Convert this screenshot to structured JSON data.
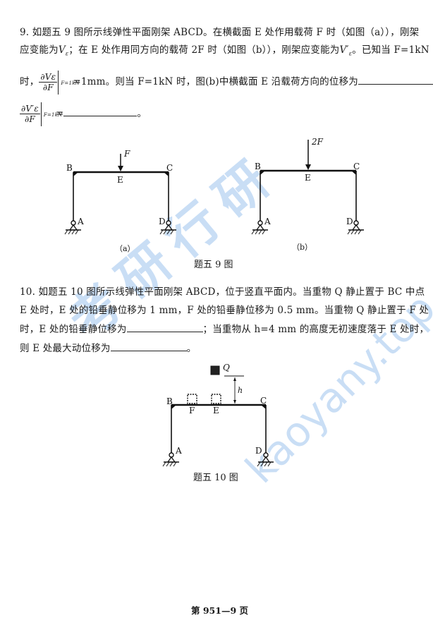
{
  "q9": {
    "line1": "9. 如题五 9 图所示线弹性平面刚架 ABCD。在横截面 E 处作用载荷 F 时（如图（a）），刚架",
    "line2_a": "应变能为",
    "line2_v": "V",
    "line2_vsub": "ε",
    "line2_b": "；在 E 处作用同方向的载荷 2F 时（如图（b）），刚架应变能为",
    "line2_v2": "V′",
    "line2_v2sub": "ε",
    "line2_c": "。已知当 F=1kN",
    "line3_prefix": "时，",
    "frac_num": "∂Vε",
    "frac_den": "∂F",
    "eval_sub": "F=1kN",
    "line3_mid": "=1mm。则当 F=1kN 时，图(b)中横截面 E 沿载荷方向的位移为",
    "line3_end": "，",
    "line4_frac_num": "∂V′ε",
    "line4_frac_den": "∂F",
    "line4_eval_sub": "F=1kN",
    "line4_eq": "=",
    "line4_end": "。",
    "fig_a": {
      "load": "F",
      "labels": {
        "B": "B",
        "C": "C",
        "E": "E",
        "A": "A",
        "D": "D"
      },
      "caption": "（a）"
    },
    "fig_b": {
      "load": "2F",
      "labels": {
        "B": "B",
        "C": "C",
        "E": "E",
        "A": "A",
        "D": "D"
      },
      "caption": "（b）"
    },
    "figure_caption": "题五 9 图"
  },
  "q10": {
    "line1": "10. 如题五 10 图所示线弹性平面刚架 ABCD，位于竖直平面内。当重物 Q 静止置于 BC 中点",
    "line2": "E 处时，E 处的铅垂静位移为 1 mm，F 处的铅垂静位移为 0.5 mm。当重物 Q 静止置于 F 处",
    "line3_a": "时，E 处的铅垂静位移为",
    "line3_b": "；当重物从 h=4 mm 的高度无初速度落于 E 处时，",
    "line4_a": "则 E 处最大动位移为",
    "line4_b": "。",
    "figure": {
      "weight": "Q",
      "height": "h",
      "labels": {
        "B": "B",
        "C": "C",
        "E": "E",
        "F": "F",
        "A": "A",
        "D": "D"
      }
    },
    "figure_caption": "题五 10 图"
  },
  "footer": {
    "page_number": "第 951—9 页"
  },
  "watermark": {
    "cn": "考研行研",
    "url": "kaoyany.top",
    "color": "#b7d3f2"
  }
}
